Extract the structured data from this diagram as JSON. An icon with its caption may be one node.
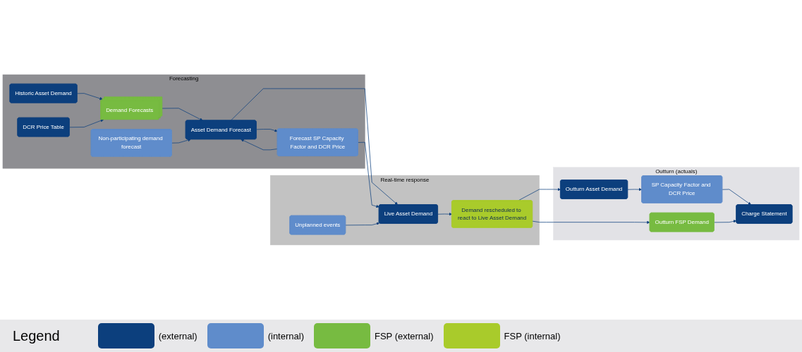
{
  "diagram": {
    "nodes": [
      {
        "text": [
          "Forecasting"
        ]
      },
      {
        "text": [
          "Real-time response"
        ]
      },
      {
        "text": [
          "Outturn (actuals)"
        ]
      },
      {
        "text": [
          "Historic Asset Demand"
        ],
        "in": 0
      },
      {
        "text": [
          "DCR Price Table"
        ],
        "in": 0
      },
      {
        "text": [
          "Demand Forecasts"
        ],
        "in": 0
      },
      {
        "text": [
          "Non-participating demand forecast"
        ],
        "in": 0
      },
      {
        "text": [
          "Asset Demand Forecast"
        ],
        "in": 0
      },
      {
        "text": [
          "Forecast SP Capacity Factor and DCR Price"
        ],
        "in": 0
      },
      {
        "text": [
          "Unplanned events"
        ],
        "in": 1
      },
      {
        "text": [
          "Live Asset Demand"
        ],
        "in": 1
      },
      {
        "text": [
          "Demand rescheduled to react to Live Asset Demand"
        ],
        "in": 1
      },
      {
        "text": [
          "Outturn Asset Demand"
        ],
        "in": 2
      },
      {
        "text": [
          "SP Capacity Factor and DCR Price"
        ],
        "in": 2
      },
      {
        "text": [
          "Outturn FSP Demand"
        ],
        "in": 2
      },
      {
        "text": [
          "Charge Statement"
        ],
        "in": 2
      }
    ],
    "edges": [
      {
        "from": 3,
        "to": 5,
        "arrow": "to"
      },
      {
        "from": 4,
        "to": 5,
        "arrow": "to"
      },
      {
        "from": 5,
        "to": 7,
        "arrow": "to"
      },
      {
        "from": 6,
        "to": 7,
        "arrow": "to"
      },
      {
        "from": 7,
        "to": 10,
        "arrow": "to"
      },
      {
        "from": 7,
        "to": 8,
        "arrow": "to"
      },
      {
        "from": 8,
        "to": 7,
        "arrow": "to"
      },
      {
        "from": 8,
        "to": 10,
        "arrow": "to"
      },
      {
        "from": 9,
        "to": 10,
        "arrow": "to"
      },
      {
        "from": 10,
        "to": 11,
        "arrow": "to"
      },
      {
        "from": 11,
        "to": 12,
        "arrow": "to"
      },
      {
        "from": 11,
        "to": 14,
        "arrow": "to"
      },
      {
        "from": 12,
        "to": 13,
        "arrow": "to"
      },
      {
        "from": 13,
        "to": 15,
        "arrow": "to"
      },
      {
        "from": 14,
        "to": 15,
        "arrow": "to"
      }
    ],
    "labels": [
      "Legend"
    ],
    "legend": [
      {
        "text": "(external)",
        "color": "#0c3f7d"
      },
      {
        "text": "(internal)",
        "color": "#5f8ccb"
      },
      {
        "text": "FSP (external)",
        "color": "#77bb41"
      },
      {
        "text": "FSP (internal)",
        "color": "#a9cb2b"
      }
    ]
  }
}
